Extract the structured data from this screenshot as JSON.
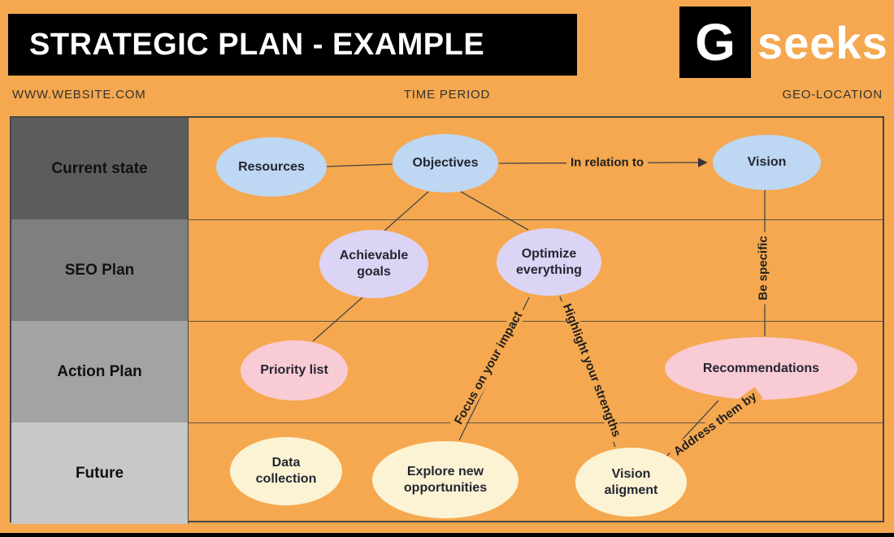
{
  "header": {
    "title": "STRATEGIC PLAN - EXAMPLE",
    "logo": {
      "mark": "G",
      "name": "seeks"
    }
  },
  "meta": {
    "website": "WWW.WEBSITE.COM",
    "time_period": "TIME PERIOD",
    "geo_location": "GEO-LOCATION"
  },
  "rows": [
    {
      "label": "Current state"
    },
    {
      "label": "SEO Plan"
    },
    {
      "label": "Action Plan"
    },
    {
      "label": "Future"
    }
  ],
  "nodes": [
    {
      "id": "resources",
      "label": "Resources",
      "color": "#BED7F3"
    },
    {
      "id": "objectives",
      "label": "Objectives",
      "color": "#BED7F3"
    },
    {
      "id": "vision",
      "label": "Vision",
      "color": "#BED7F3"
    },
    {
      "id": "achievable-goals",
      "label": "Achievable goals",
      "color": "#DCD4F5"
    },
    {
      "id": "optimize-everything",
      "label": "Optimize everything",
      "color": "#DCD4F5"
    },
    {
      "id": "priority-list",
      "label": "Priority list",
      "color": "#F9CBD5"
    },
    {
      "id": "recommendations",
      "label": "Recommendations",
      "color": "#F9CBD5"
    },
    {
      "id": "data-collection",
      "label": "Data collection",
      "color": "#FCF3D4"
    },
    {
      "id": "explore-new-opportunities",
      "label": "Explore new opportunities",
      "color": "#FCF3D4"
    },
    {
      "id": "vision-aligment",
      "label": "Vision aligment",
      "color": "#FCF3D4"
    }
  ],
  "edges": [
    {
      "label": "In relation to"
    },
    {
      "label": "Be specific"
    },
    {
      "label": "Focus on your impact"
    },
    {
      "label": "Highlight your strengths"
    },
    {
      "label": "Address them by"
    }
  ],
  "colors": {
    "background": "#F5A84F",
    "banner": "#000000",
    "row_grays": [
      "#5C5C5C",
      "#7F7F7F",
      "#A3A3A3",
      "#C8C8C8"
    ],
    "connector": "#45454A"
  }
}
